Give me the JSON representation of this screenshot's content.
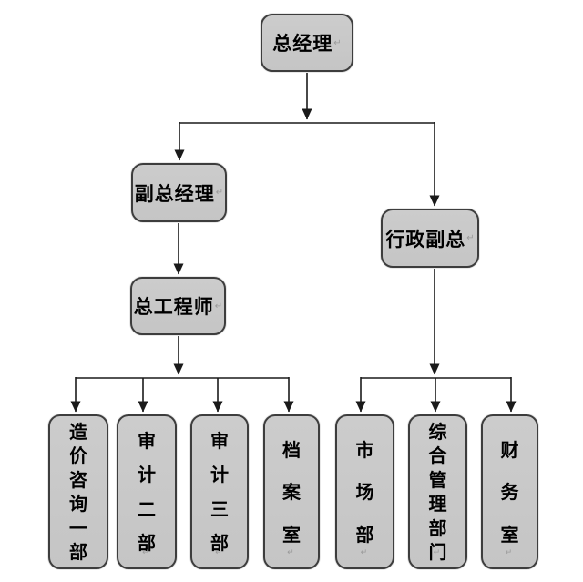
{
  "diagram": {
    "type": "org-chart",
    "paragraph_mark": "↵",
    "colors": {
      "node_fill": "#c7c7c7",
      "node_border": "#3d3d3d",
      "connector": "#1a1a1a",
      "background": "#ffffff"
    },
    "nodes": {
      "general_manager": {
        "label": "总经理"
      },
      "deputy_gm": {
        "label": "副总经理"
      },
      "admin_deputy": {
        "label": "行政副总"
      },
      "chief_engineer": {
        "label": "总工程师"
      },
      "cost_consult_1": {
        "label": "造价咨询一部"
      },
      "audit_2": {
        "label": "审计二部"
      },
      "audit_3": {
        "label": "审计三部"
      },
      "archive_room": {
        "label": "档案室"
      },
      "market_dept": {
        "label": "市场部"
      },
      "general_mgmt_dept": {
        "label": "综合管理部门"
      },
      "finance_room": {
        "label": "财务室"
      }
    },
    "edges": [
      {
        "from": "general_manager",
        "to": "deputy_gm"
      },
      {
        "from": "general_manager",
        "to": "admin_deputy"
      },
      {
        "from": "deputy_gm",
        "to": "chief_engineer"
      },
      {
        "from": "chief_engineer",
        "to": "cost_consult_1"
      },
      {
        "from": "chief_engineer",
        "to": "audit_2"
      },
      {
        "from": "chief_engineer",
        "to": "audit_3"
      },
      {
        "from": "chief_engineer",
        "to": "archive_room"
      },
      {
        "from": "admin_deputy",
        "to": "market_dept"
      },
      {
        "from": "admin_deputy",
        "to": "general_mgmt_dept"
      },
      {
        "from": "admin_deputy",
        "to": "finance_room"
      }
    ]
  }
}
